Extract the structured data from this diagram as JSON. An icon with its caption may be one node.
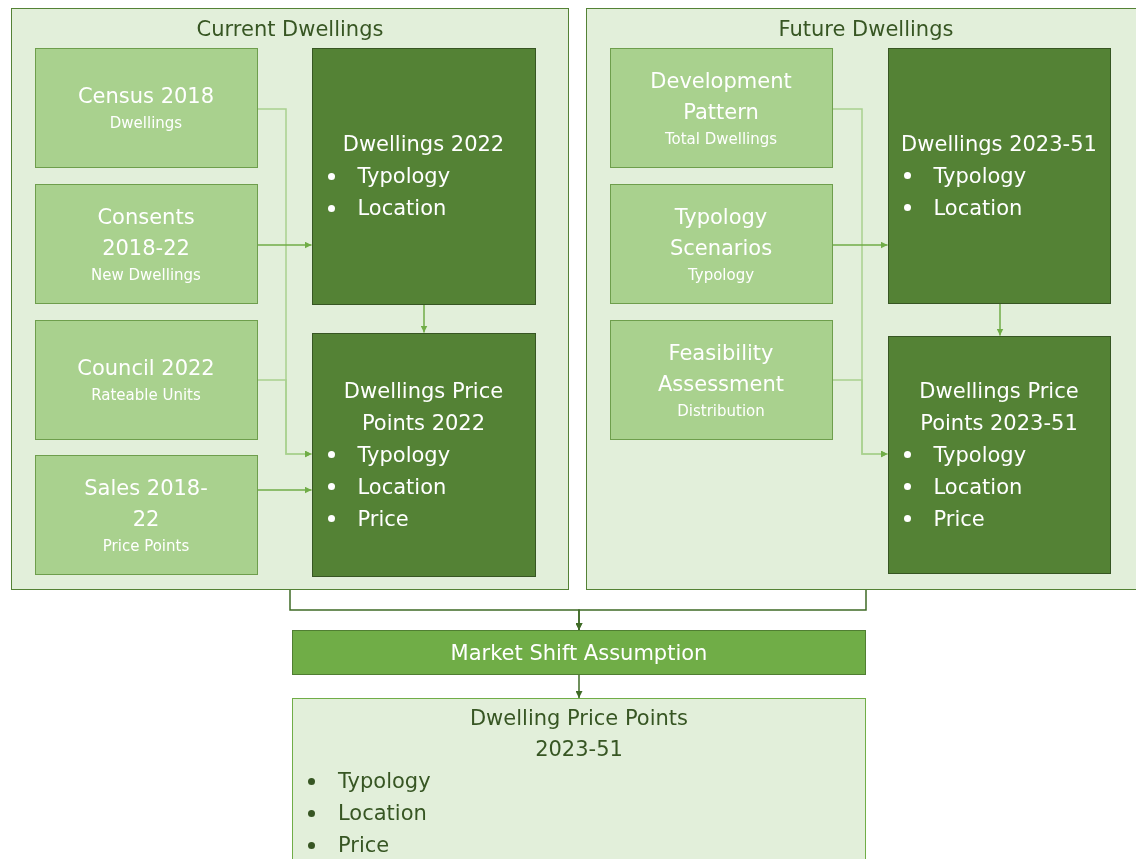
{
  "diagram": {
    "nodes": [
      {
        "text": [
          "Current Dwellings"
        ]
      },
      {
        "text": [
          "Census 2018",
          "Dwellings"
        ],
        "in": 0
      },
      {
        "text": [
          "Consents 2018-22",
          "New Dwellings"
        ],
        "in": 0
      },
      {
        "text": [
          "Council 2022",
          "Rateable Units"
        ],
        "in": 0
      },
      {
        "text": [
          "Sales 2018-22",
          "Price Points"
        ],
        "in": 0
      },
      {
        "text": [
          "Dwellings 2022",
          "Typology",
          "Location"
        ],
        "in": 0
      },
      {
        "text": [
          "Dwellings Price Points 2022",
          "Typology",
          "Location",
          "Price"
        ],
        "in": 0
      },
      {
        "text": [
          "Future Dwellings"
        ]
      },
      {
        "text": [
          "Development Pattern",
          "Total Dwellings"
        ],
        "in": 7
      },
      {
        "text": [
          "Typology Scenarios",
          "Typology"
        ],
        "in": 7
      },
      {
        "text": [
          "Feasibility Assessment",
          "Distribution"
        ],
        "in": 7
      },
      {
        "text": [
          "Dwellings 2023-51",
          "Typology",
          "Location"
        ],
        "in": 7
      },
      {
        "text": [
          "Dwellings Price Points 2023-51",
          "Typology",
          "Location",
          "Price"
        ],
        "in": 7
      },
      {
        "text": [
          "Market Shift Assumption"
        ]
      },
      {
        "text": [
          "Dwelling Price Points 2023-51",
          "Typology",
          "Location",
          "Price"
        ]
      }
    ],
    "edges": [
      {
        "from": 1,
        "to": 6,
        "arrow": "to",
        "color": "#a9d18e"
      },
      {
        "from": 2,
        "to": 5,
        "arrow": "to"
      },
      {
        "from": 3,
        "to": 6,
        "arrow": "to",
        "color": "#a9d18e"
      },
      {
        "from": 4,
        "to": 6,
        "arrow": "to"
      },
      {
        "from": 5,
        "to": 6,
        "arrow": "to"
      },
      {
        "from": 8,
        "to": 12,
        "arrow": "to",
        "color": "#a9d18e"
      },
      {
        "from": 9,
        "to": 11,
        "arrow": "to"
      },
      {
        "from": 10,
        "to": 12,
        "arrow": "to",
        "color": "#a9d18e"
      },
      {
        "from": 11,
        "to": 12,
        "arrow": "to"
      },
      {
        "from": 0,
        "to": 13,
        "arrow": "to",
        "color": "#3f6b26"
      },
      {
        "from": 7,
        "to": 13,
        "arrow": "to",
        "color": "#3f6b26"
      },
      {
        "from": 13,
        "to": 14,
        "arrow": "to",
        "color": "#3f6b26"
      }
    ]
  }
}
